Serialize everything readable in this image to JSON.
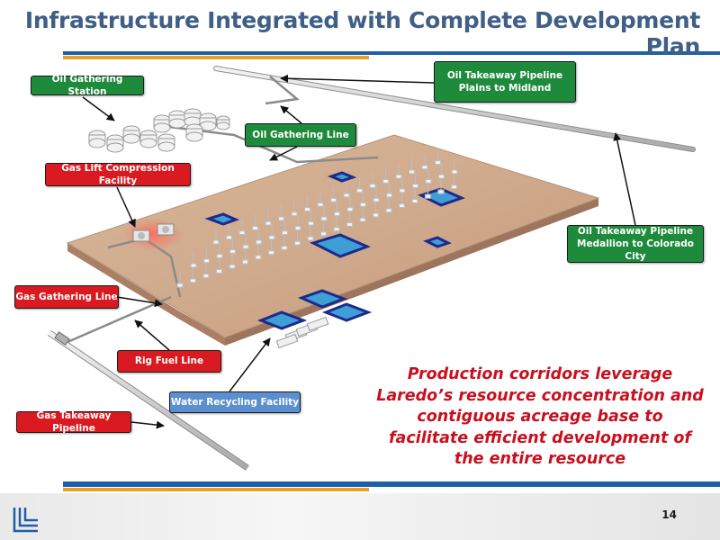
{
  "title": "Infrastructure Integrated with Complete Development Plan",
  "caption": "Production corridors leverage Laredo’s resource concentration and contiguous acreage base to facilitate efficient development of the entire resource",
  "page_number": "14",
  "colors": {
    "title": "#3f5f86",
    "green_label": "#1e8a3c",
    "red_label": "#d91a20",
    "blue_label": "#5b8fd0",
    "caption": "#c8101f",
    "footer_bar": "#1f5fa8",
    "accent_bar": "#e8a126"
  },
  "labels": {
    "oil_gathering_station": "Oil Gathering Station",
    "oil_takeaway_plains_line1": "Oil Takeaway Pipeline",
    "oil_takeaway_plains_line2": "Plains to Midland",
    "oil_gathering_line": "Oil Gathering Line",
    "gas_lift_compression": "Gas Lift Compression Facility",
    "oil_takeaway_medallion_line1": "Oil Takeaway Pipeline",
    "oil_takeaway_medallion_line2": "Medallion to Colorado City",
    "gas_gathering_line": "Gas Gathering Line",
    "rig_fuel_line": "Rig Fuel Line",
    "water_recycling": "Water Recycling Facility",
    "gas_takeaway_pipeline": "Gas Takeaway Pipeline"
  },
  "icons": {
    "logo": "company-logo-icon"
  }
}
